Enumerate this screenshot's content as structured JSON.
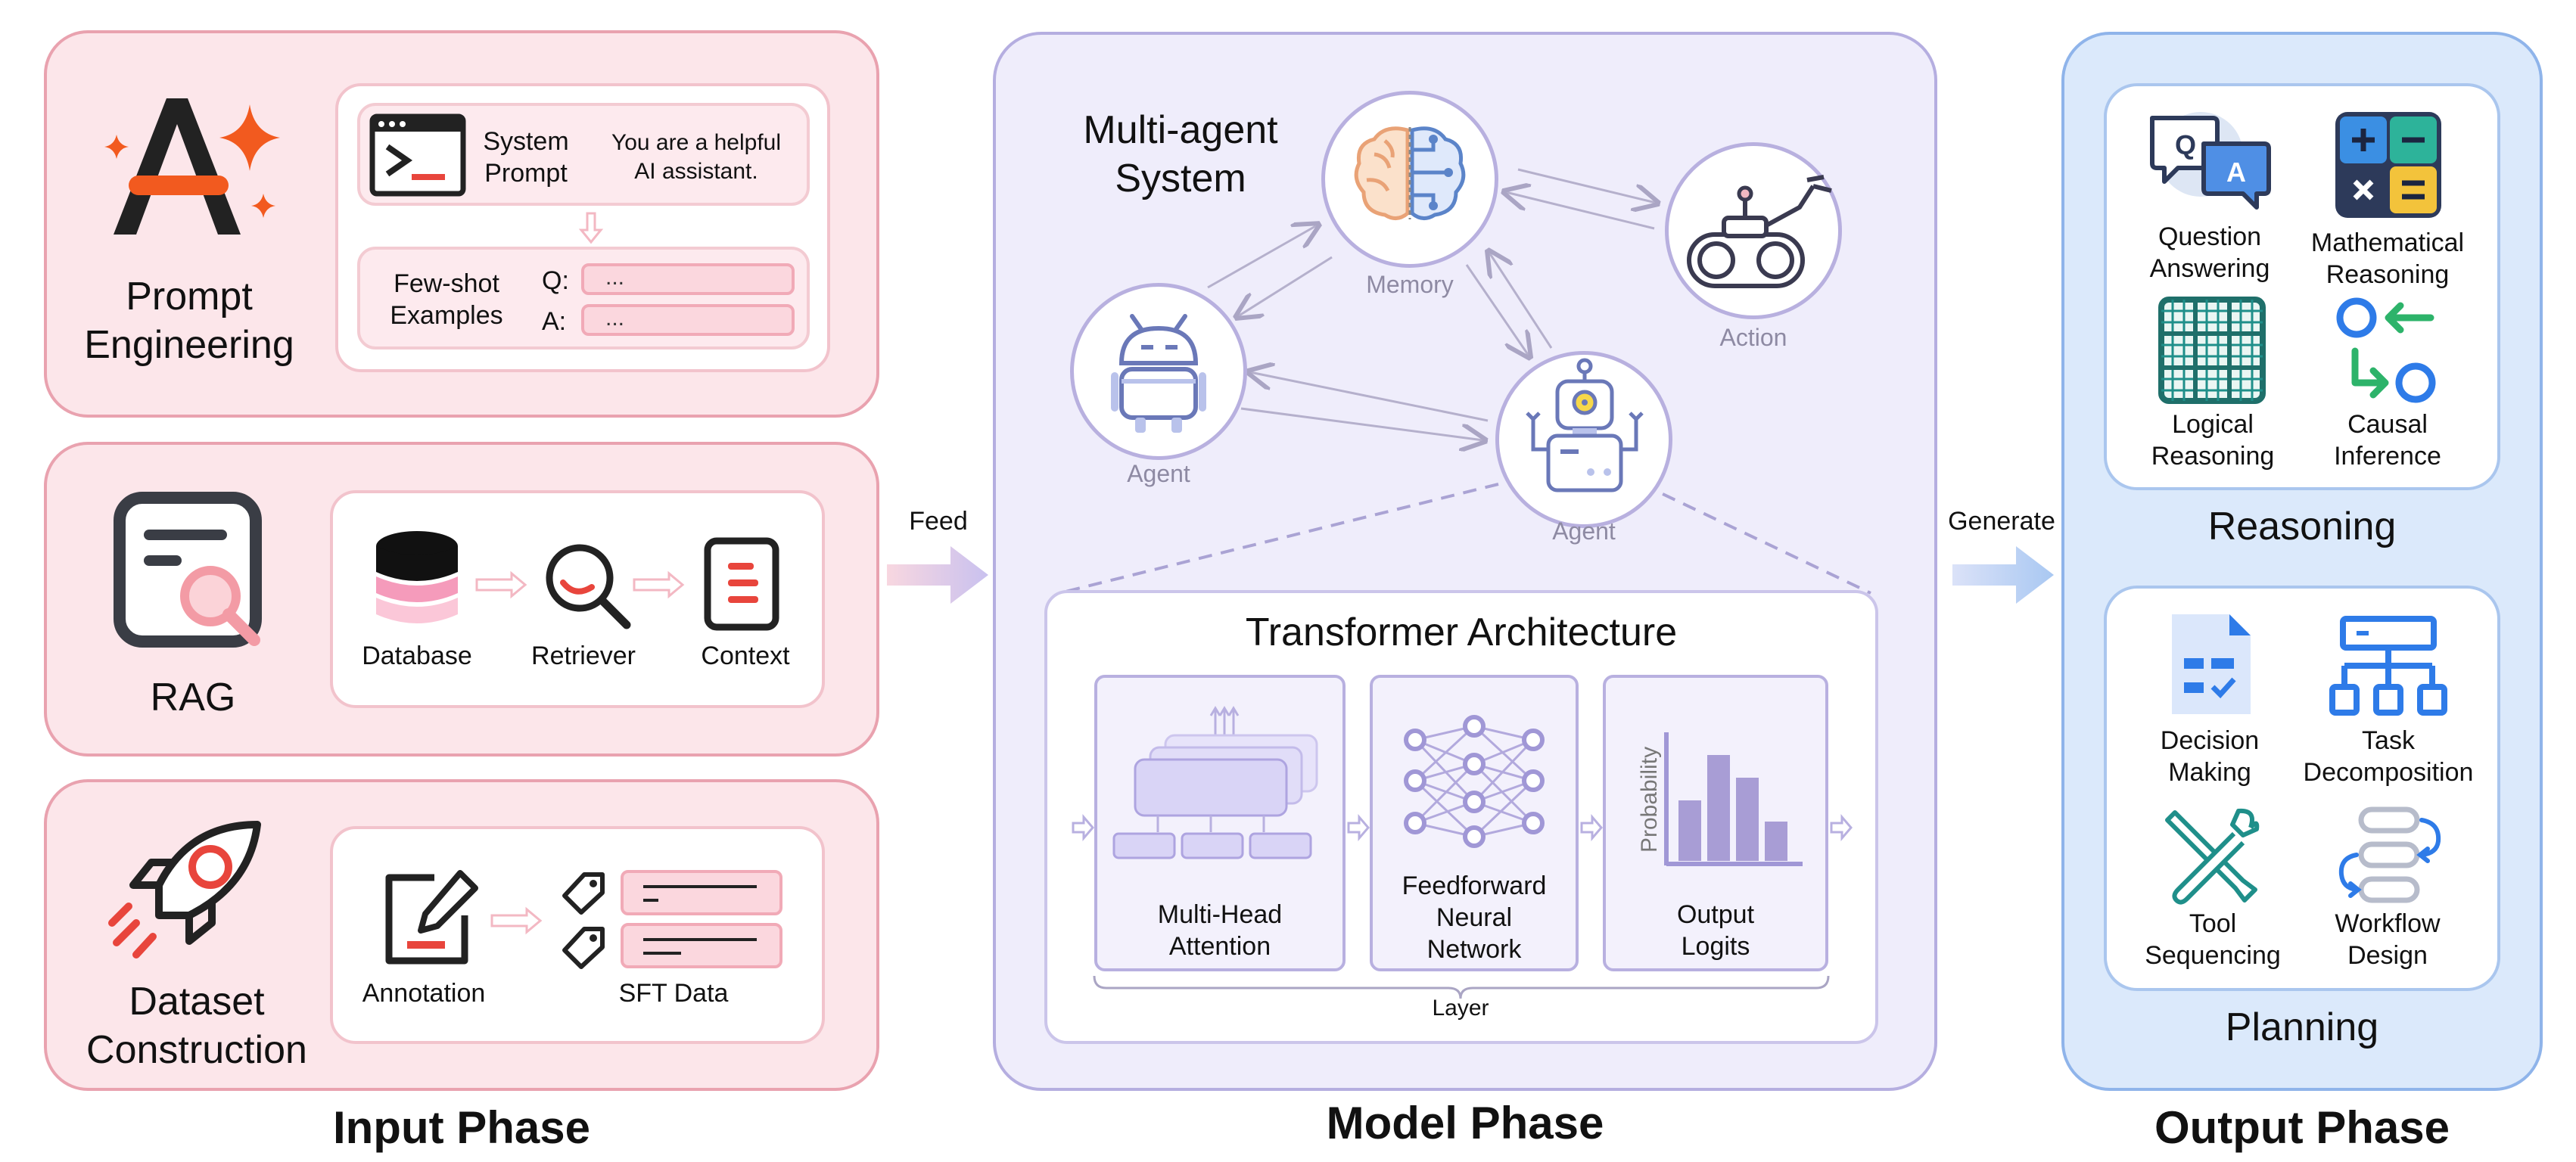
{
  "phases": {
    "input": "Input Phase",
    "model": "Model Phase",
    "output": "Output Phase"
  },
  "input": {
    "prompt_engineering": {
      "title_line1": "Prompt",
      "title_line2": "Engineering",
      "system_prompt_line1": "System",
      "system_prompt_line2": "Prompt",
      "system_text_line1": "You are a helpful",
      "system_text_line2": "AI assistant.",
      "few_shot_line1": "Few-shot",
      "few_shot_line2": "Examples",
      "q_label": "Q:",
      "a_label": "A:",
      "q_value": "...",
      "a_value": "..."
    },
    "rag": {
      "title": "RAG",
      "database": "Database",
      "retriever": "Retriever",
      "context": "Context"
    },
    "dataset": {
      "title_line1": "Dataset",
      "title_line2": "Construction",
      "annotation": "Annotation",
      "sft": "SFT Data"
    }
  },
  "arrows": {
    "feed": "Feed",
    "generate": "Generate"
  },
  "model": {
    "system_line1": "Multi-agent",
    "system_line2": "System",
    "memory": "Memory",
    "action": "Action",
    "agent_left": "Agent",
    "agent_right": "Agent",
    "transformer_title": "Transformer Architecture",
    "mha_line1": "Multi-Head",
    "mha_line2": "Attention",
    "ffn_line1": "Feedforward",
    "ffn_line2": "Neural",
    "ffn_line3": "Network",
    "logits_line1": "Output",
    "logits_line2": "Logits",
    "probability": "Probability",
    "layer": "Layer"
  },
  "output": {
    "reasoning": {
      "title": "Reasoning",
      "qa_line1": "Question",
      "qa_line2": "Answering",
      "math_line1": "Mathematical",
      "math_line2": "Reasoning",
      "logic_line1": "Logical",
      "logic_line2": "Reasoning",
      "causal_line1": "Causal",
      "causal_line2": "Inference",
      "qa_q": "Q",
      "qa_a": "A"
    },
    "planning": {
      "title": "Planning",
      "decision_line1": "Decision",
      "decision_line2": "Making",
      "task_line1": "Task",
      "task_line2": "Decomposition",
      "tool_line1": "Tool",
      "tool_line2": "Sequencing",
      "workflow_line1": "Workflow",
      "workflow_line2": "Design"
    }
  },
  "colors": {
    "input_panel": "#fce6ea",
    "input_border": "#e9a2af",
    "model_panel": "#efedfb",
    "model_border": "#b5aee0",
    "output_panel": "#dbe9fb",
    "output_border": "#8fb4ea",
    "accent_red": "#e8453c",
    "accent_orange": "#f25a1f",
    "accent_blue": "#2e7be8",
    "accent_teal": "#1f8f8a"
  }
}
